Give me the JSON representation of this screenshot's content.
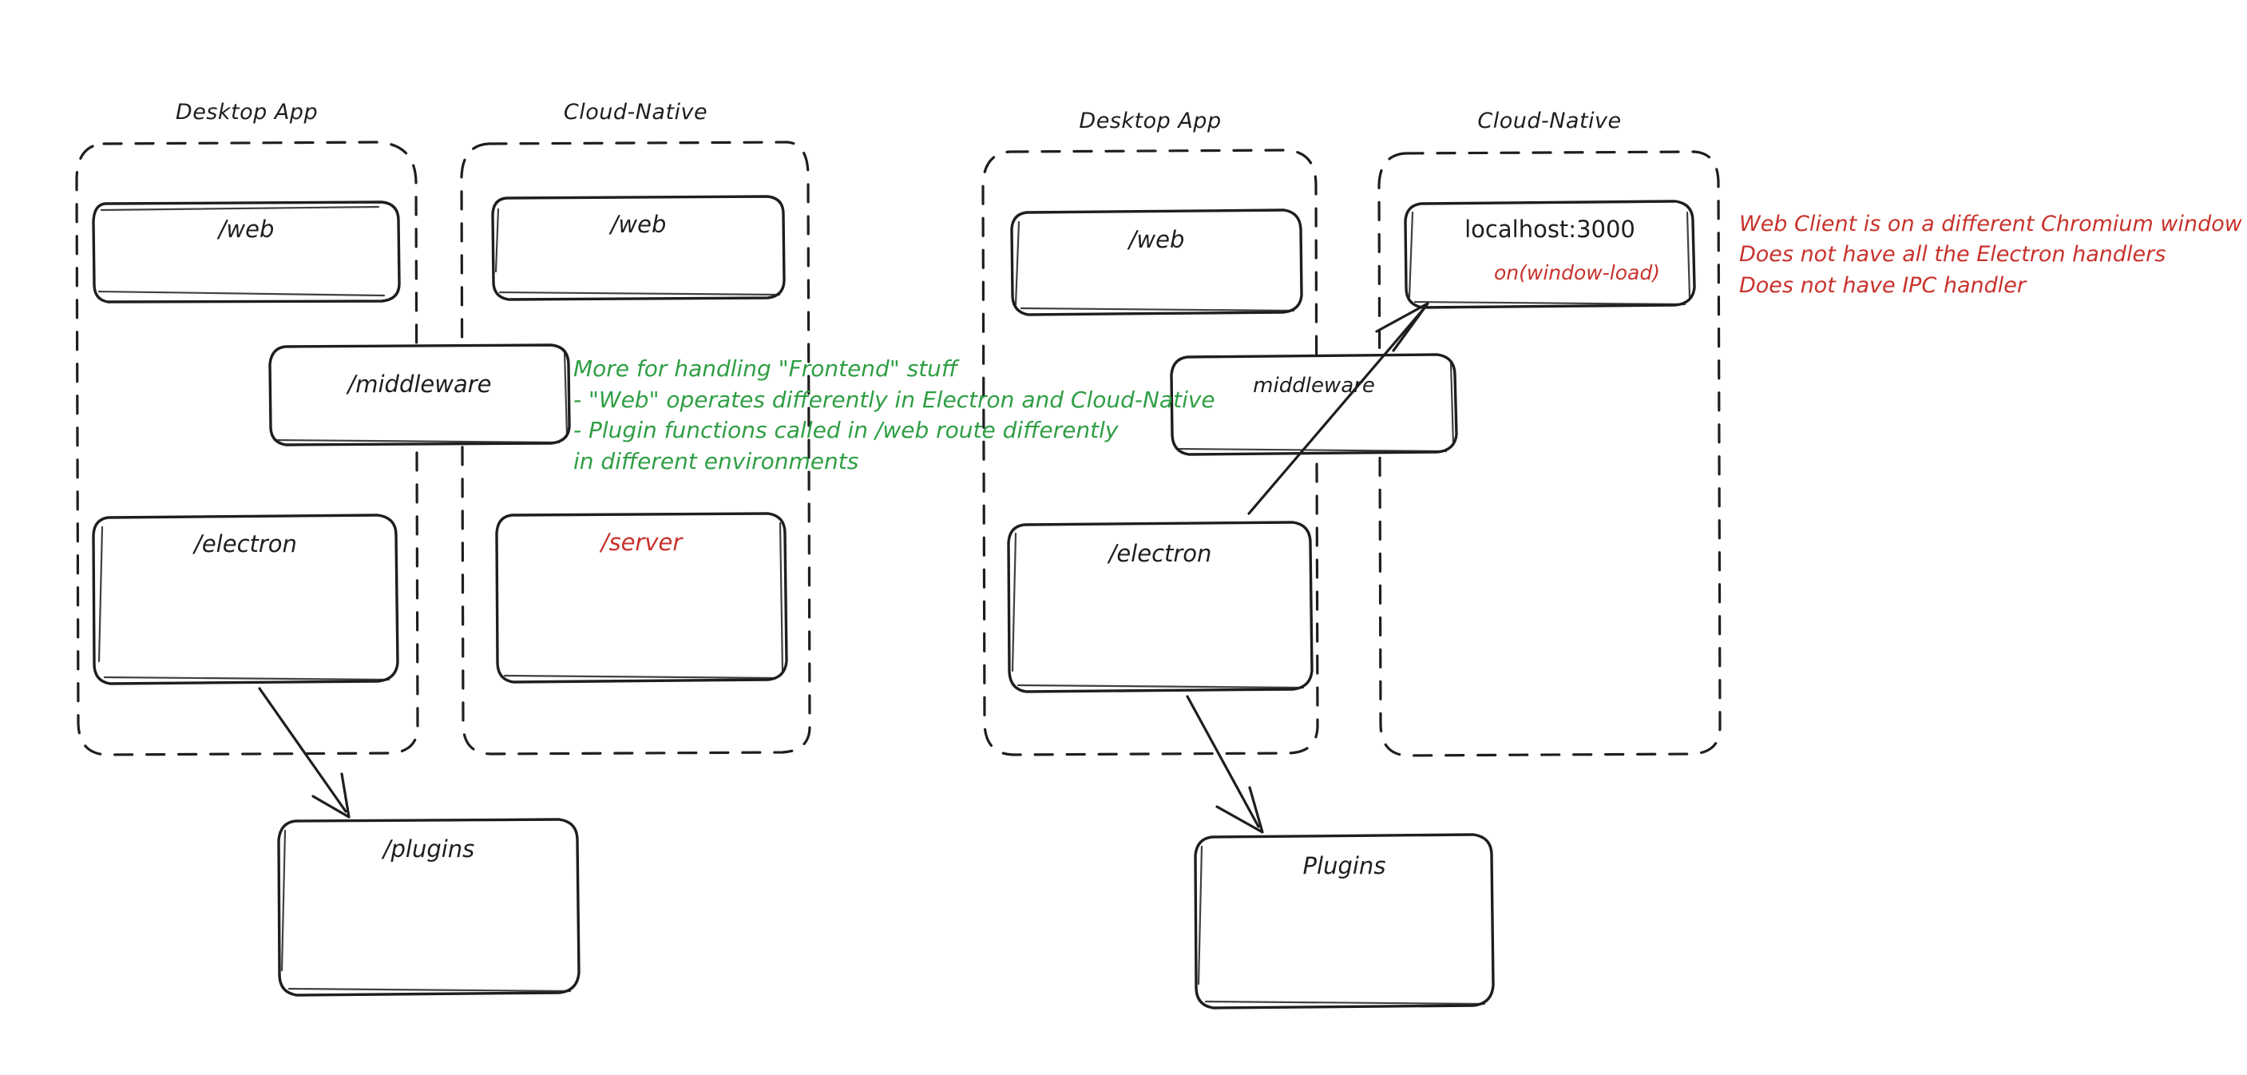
{
  "diagram": {
    "title_present": false,
    "colors": {
      "ink": "#1e1e1e",
      "green": "#2f9e44",
      "red": "#c9322c",
      "background": "#ffffff"
    },
    "left_panel": {
      "groups": [
        {
          "label": "Desktop App"
        },
        {
          "label": "Cloud-Native"
        }
      ],
      "nodes": [
        {
          "id": "l-web-desktop",
          "label": "/web"
        },
        {
          "id": "l-web-cloud",
          "label": "/web"
        },
        {
          "id": "l-middleware",
          "label": "/middleware"
        },
        {
          "id": "l-electron",
          "label": "/electron"
        },
        {
          "id": "l-server",
          "label": "/server",
          "color": "red"
        },
        {
          "id": "l-plugins",
          "label": "/plugins"
        }
      ],
      "annotation_green": {
        "lines": [
          "More for handling \"Frontend\" stuff",
          "- \"Web\" operates differently in Electron and Cloud-Native",
          "- Plugin functions called in /web route differently",
          "in different environments"
        ]
      },
      "edges": [
        {
          "from": "/electron",
          "to": "/plugins",
          "style": "arrow"
        }
      ]
    },
    "right_panel": {
      "groups": [
        {
          "label": "Desktop App"
        },
        {
          "label": "Cloud-Native"
        }
      ],
      "nodes": [
        {
          "id": "r-web",
          "label": "/web"
        },
        {
          "id": "r-localhost",
          "label": "localhost:3000",
          "sublabel": "on(window-load)",
          "sublabel_color": "red"
        },
        {
          "id": "r-middleware",
          "label": "middleware"
        },
        {
          "id": "r-electron",
          "label": "/electron"
        },
        {
          "id": "r-plugins",
          "label": "Plugins"
        }
      ],
      "annotation_red": {
        "lines": [
          "Web Client is on a different Chromium window",
          "Does not have all the Electron handlers",
          "Does not have IPC handler"
        ]
      },
      "edges": [
        {
          "from": "/electron",
          "to": "localhost:3000",
          "style": "arrow"
        },
        {
          "from": "/electron",
          "to": "Plugins",
          "style": "arrow"
        }
      ]
    }
  }
}
